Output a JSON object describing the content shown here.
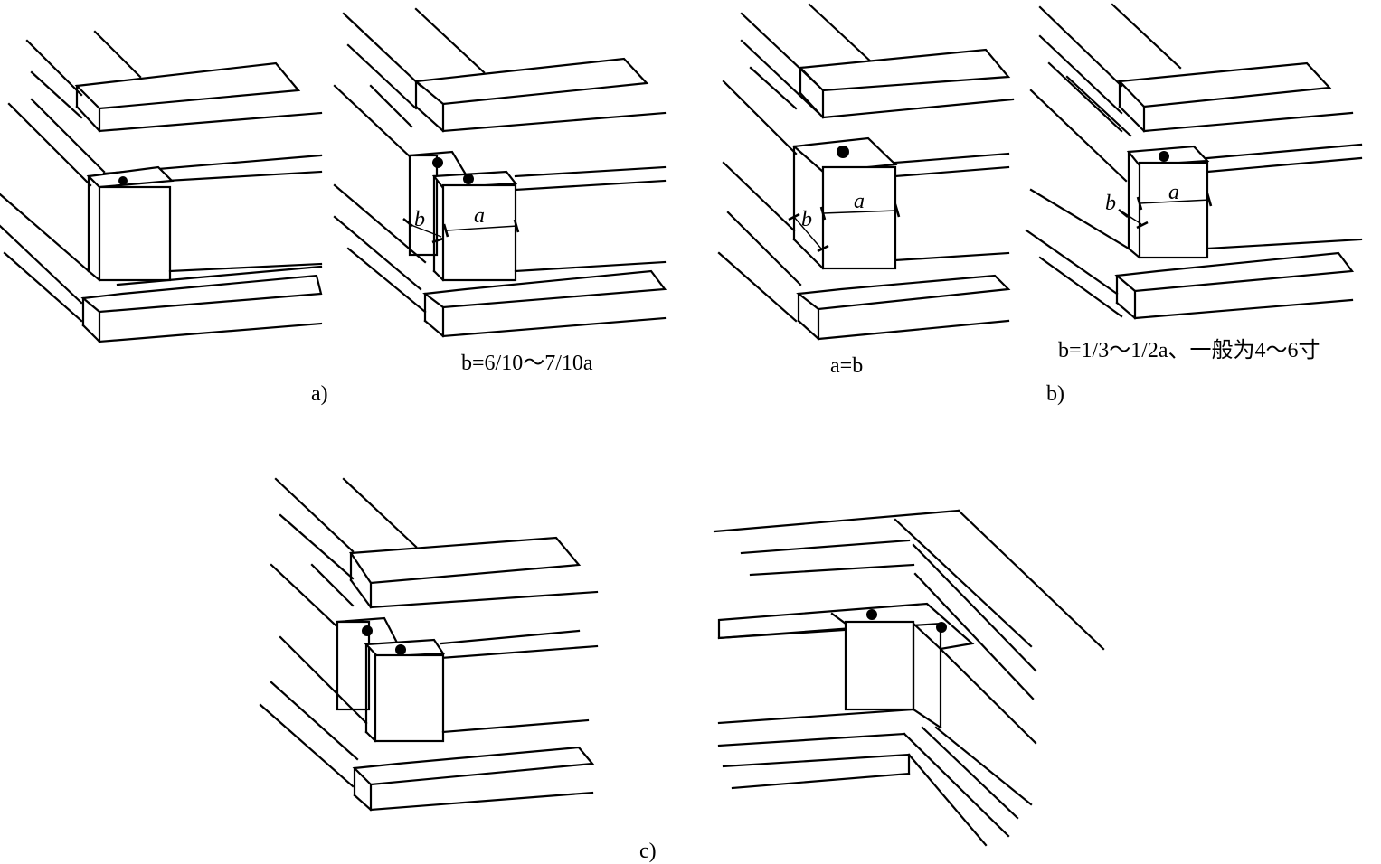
{
  "captions": {
    "a": "a)",
    "b": "b)",
    "c": "c)"
  },
  "formulas": {
    "a_right": "b=6/10～7/10a",
    "b_left": "a=b",
    "b_right": "b=1/3～1/2a、一般为4～6寸"
  },
  "dims": {
    "a": "a",
    "b": "b"
  }
}
